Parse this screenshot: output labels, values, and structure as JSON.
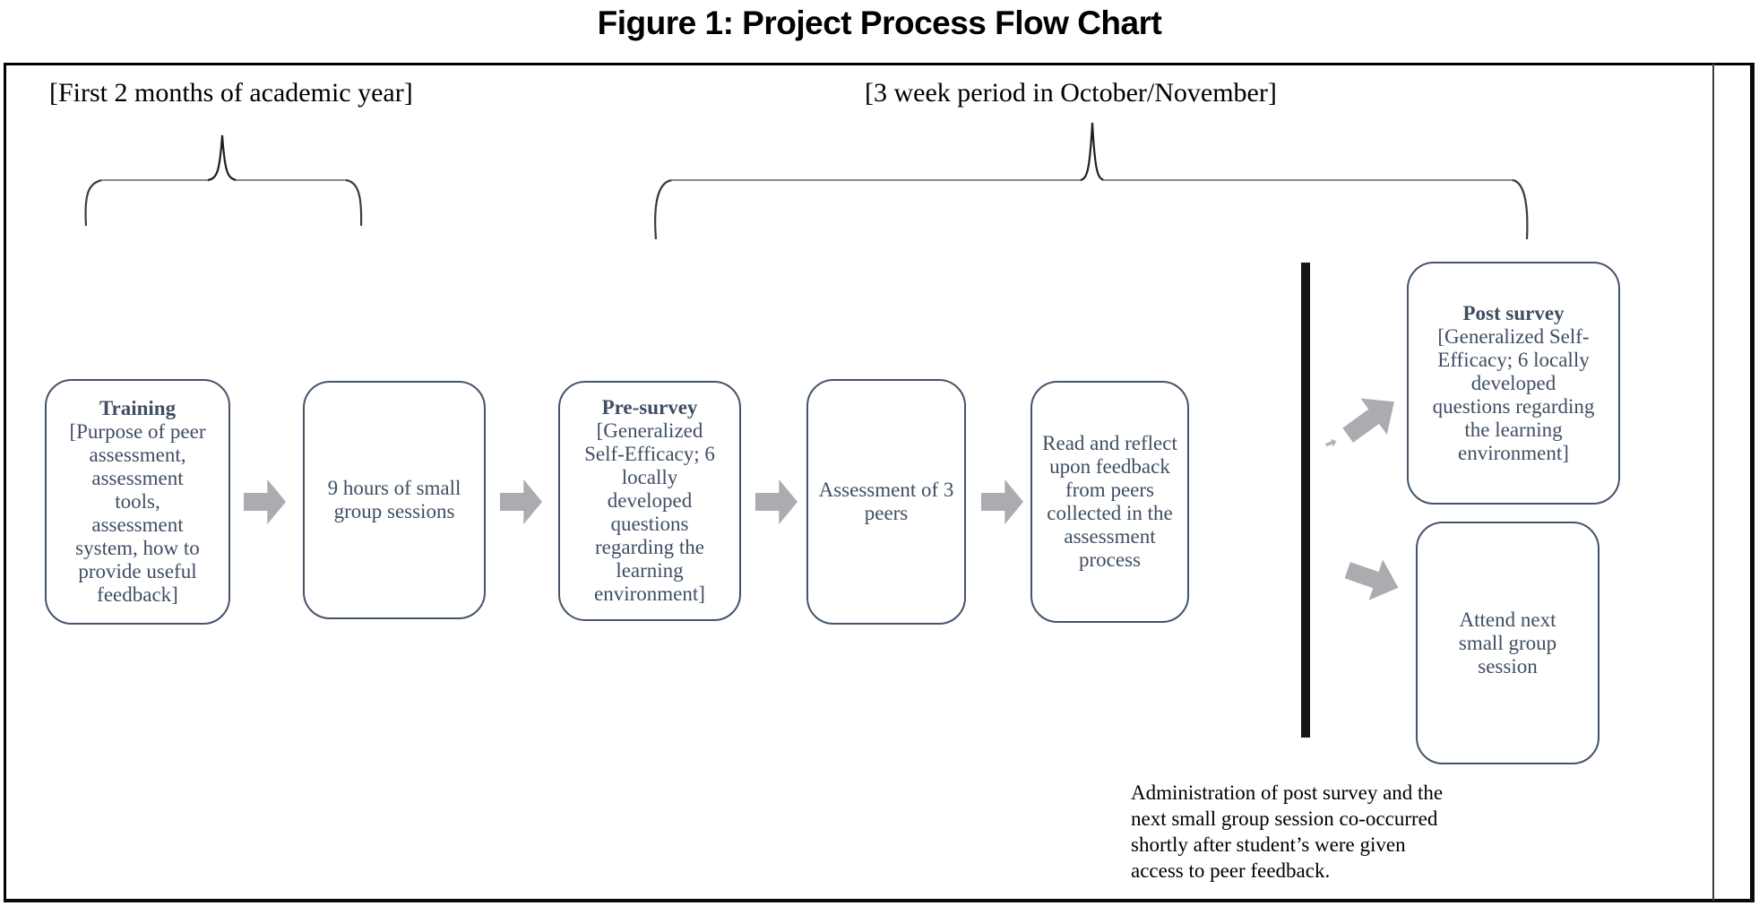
{
  "figure": {
    "title": "Figure 1: Project Process Flow Chart"
  },
  "timeline": {
    "phase1_label": "[First 2 months of academic year]",
    "phase2_label": "[3 week period in October/November]"
  },
  "flow": {
    "training": {
      "title": "Training",
      "body": "[Purpose of peer\nassessment,\nassessment\ntools,\nassessment\nsystem, how to\nprovide useful\nfeedback]"
    },
    "small_group": {
      "body": "9 hours of small\ngroup sessions"
    },
    "pre_survey": {
      "title": "Pre-survey",
      "body": "[Generalized\nSelf-Efficacy; 6\nlocally\ndeveloped\nquestions\nregarding the\nlearning\nenvironment]"
    },
    "assessment": {
      "body": "Assessment of 3\npeers"
    },
    "read_reflect": {
      "body": "Read and reflect\nupon feedback\nfrom peers\ncollected in the\nassessment\nprocess"
    },
    "post_survey": {
      "title": "Post survey",
      "body": "[Generalized Self-\nEfficacy; 6 locally\ndeveloped\nquestions regarding\nthe learning\nenvironment]"
    },
    "attend_next": {
      "body": "Attend next\nsmall group\nsession"
    }
  },
  "note": "Administration of post survey and the\nnext small group session co-occurred\nshortly after student’s were given\naccess to peer feedback.",
  "colors": {
    "box_border": "#44546A",
    "box_text": "#3F4E63",
    "arrow_gray": "#ABABB0",
    "separator_bar": "#161616",
    "brace_line": "#8C8C8C",
    "brace_accent": "#3C3C3C"
  }
}
